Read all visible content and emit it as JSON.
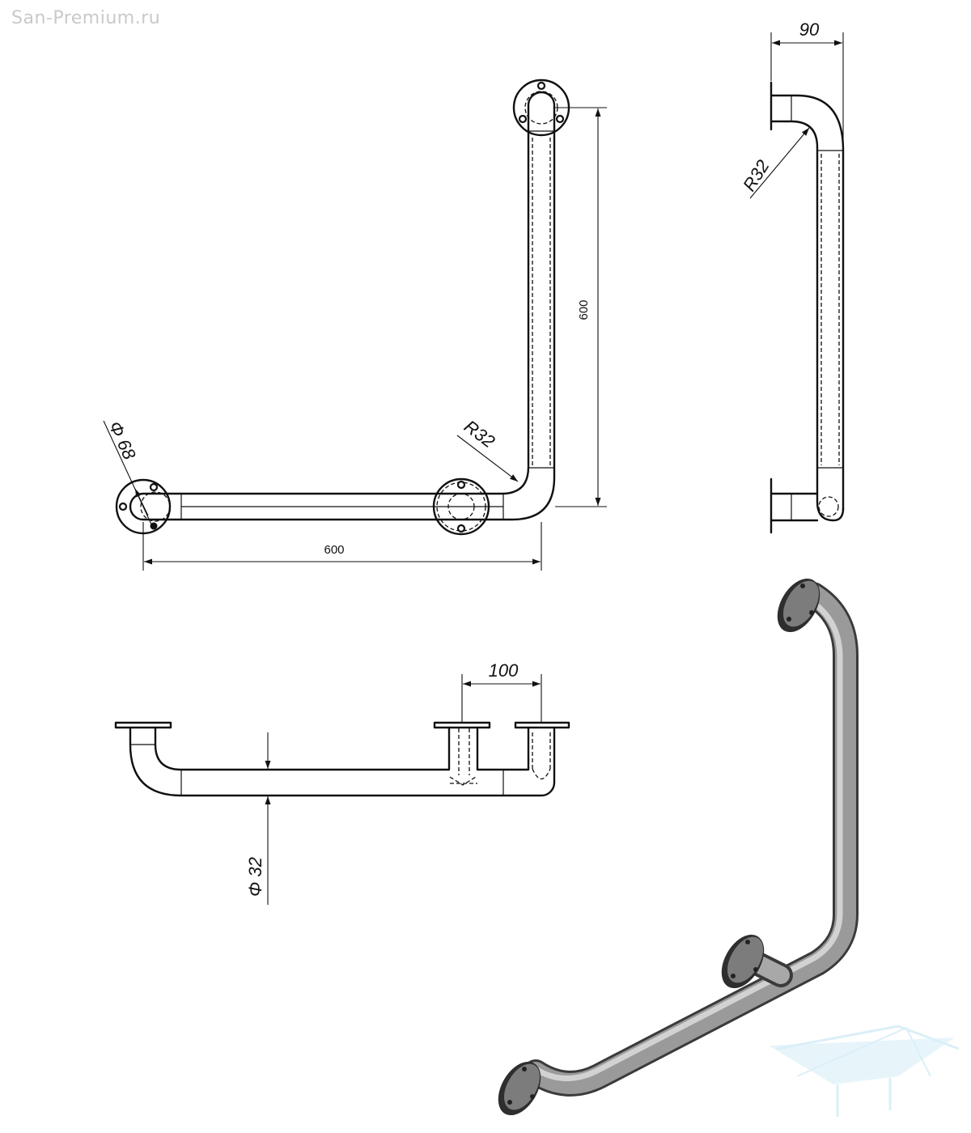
{
  "watermark": "San-Premium.ru",
  "dimensions": {
    "front_width": "600",
    "front_height": "600",
    "flange_diameter": "Φ 68",
    "bend_radius_front": "R32",
    "side_depth": "90",
    "bend_radius_side": "R32",
    "top_offset": "100",
    "pipe_diameter": "Φ 32"
  },
  "colors": {
    "line": "#111111",
    "pipe_3d": "#8a8a8a",
    "watermark": "#c9c9c9",
    "logo": "#bfe3f2"
  }
}
